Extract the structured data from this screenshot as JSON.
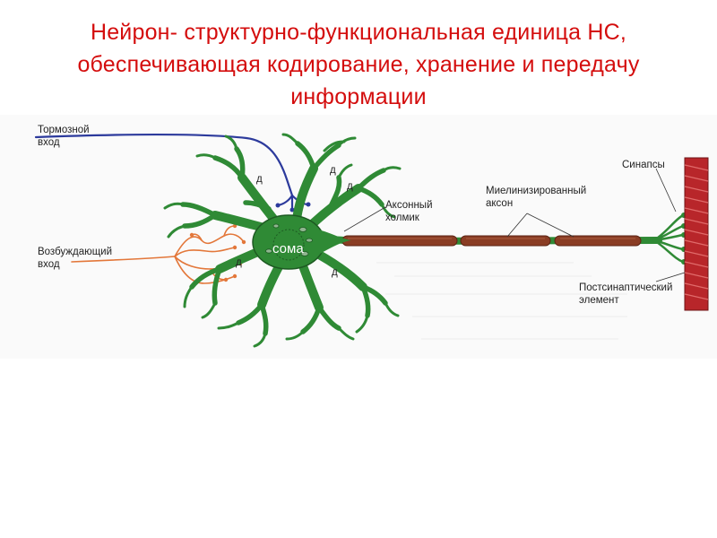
{
  "title": {
    "line1": "Нейрон- структурно-функциональная единица НС,",
    "line2": "обеспечивающая кодирование, хранение и передачу",
    "line3": "информации"
  },
  "labels": {
    "inhibitory_input_1": "Тормозной",
    "inhibitory_input_2": "вход",
    "excitatory_input_1": "Возбуждающий",
    "excitatory_input_2": "вход",
    "axon_hillock_1": "Аксонный",
    "axon_hillock_2": "холмик",
    "myelinated_axon_1": "Миелинизированный",
    "myelinated_axon_2": "аксон",
    "synapses": "Синапсы",
    "postsynaptic_1": "Постсинаптический",
    "postsynaptic_2": "элемент",
    "soma": "сома",
    "dendrite_mark": "д"
  },
  "colors": {
    "title": "#d40d0d",
    "neuron": "#2f8a35",
    "neuron_outline": "#1d5a22",
    "myelin": "#8a3d24",
    "inhibitory_fiber": "#2c3a9c",
    "excitatory_fiber": "#e3773a",
    "postsynaptic": "#b8262a"
  }
}
